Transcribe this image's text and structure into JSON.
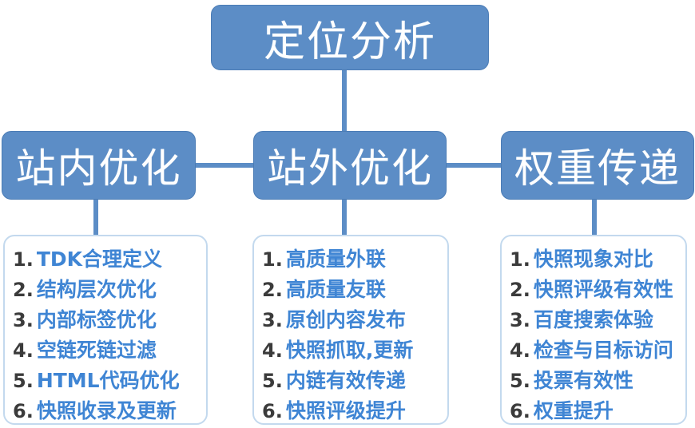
{
  "diagram": {
    "title": "定位分析",
    "root": {
      "label": "定位分析"
    },
    "branches": [
      {
        "label": "站内优化"
      },
      {
        "label": "站外优化"
      },
      {
        "label": "权重传递"
      }
    ],
    "lists": [
      {
        "owner": "站内优化",
        "items": [
          {
            "num": "1.",
            "text": "TDK合理定义"
          },
          {
            "num": "2.",
            "text": "结构层次优化"
          },
          {
            "num": "3.",
            "text": "内部标签优化"
          },
          {
            "num": "4.",
            "text": "空链死链过滤"
          },
          {
            "num": "5.",
            "text": "HTML代码优化"
          },
          {
            "num": "6.",
            "text": "快照收录及更新"
          }
        ]
      },
      {
        "owner": "站外优化",
        "items": [
          {
            "num": "1.",
            "text": "高质量外联"
          },
          {
            "num": "2.",
            "text": "高质量友联"
          },
          {
            "num": "3.",
            "text": "原创内容发布"
          },
          {
            "num": "4.",
            "text": "快照抓取,更新"
          },
          {
            "num": "5.",
            "text": "内链有效传递"
          },
          {
            "num": "6.",
            "text": "快照评级提升"
          }
        ]
      },
      {
        "owner": "权重传递",
        "items": [
          {
            "num": "1.",
            "text": "快照现象对比"
          },
          {
            "num": "2.",
            "text": "快照评级有效性"
          },
          {
            "num": "3.",
            "text": "百度搜索体验"
          },
          {
            "num": "4.",
            "text": "检查与目标访问"
          },
          {
            "num": "5.",
            "text": "投票有效性"
          },
          {
            "num": "6.",
            "text": "权重提升"
          }
        ]
      }
    ],
    "colors": {
      "node_fill": "#5C8DC6",
      "node_text": "#FFFFFF",
      "connector": "#5C8DC6",
      "panel_border": "#C3D9EE",
      "list_number": "#3B3B3B",
      "list_text": "#3F85D4",
      "background": "#FFFFFF"
    }
  }
}
